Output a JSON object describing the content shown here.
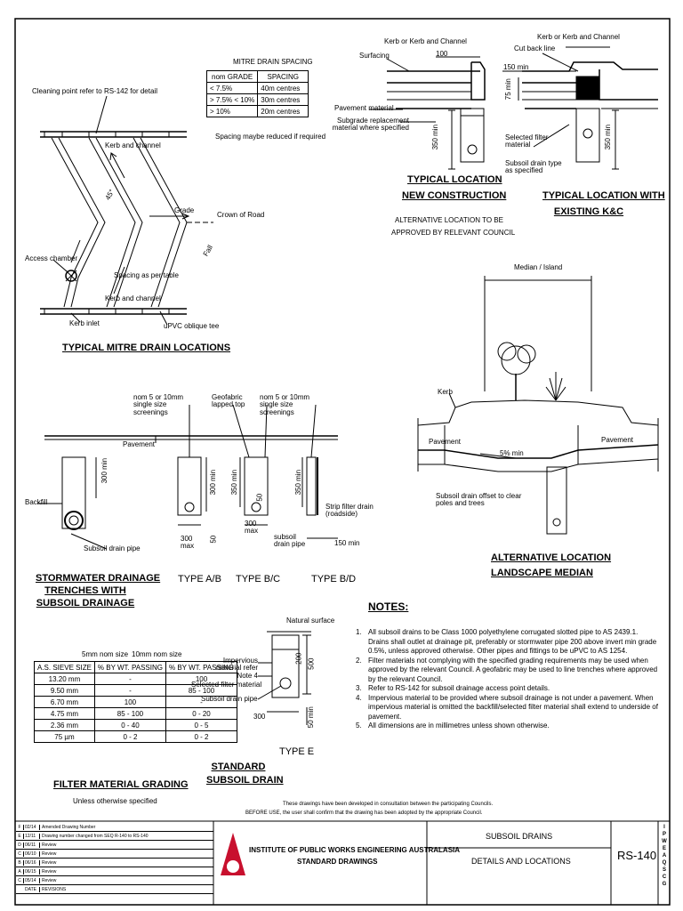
{
  "mitre": {
    "table_title": "MITRE DRAIN SPACING",
    "headers": [
      "nom GRADE",
      "SPACING"
    ],
    "rows": [
      [
        "< 7.5%",
        "40m centres"
      ],
      [
        "> 7.5% < 10%",
        "30m centres"
      ],
      [
        "> 10%",
        "20m centres"
      ]
    ],
    "note": "Spacing maybe reduced if required",
    "labels": {
      "cleaning": "Cleaning point refer to RS-142 for detail",
      "kerb_channel_top": "Kerb and channel",
      "angle": "45°",
      "grade": "Grade",
      "crown": "Crown of Road",
      "fall": "Fall",
      "access": "Access chamber",
      "spacing_table": "Spacing as per table",
      "kerb_channel_bottom": "Kerb and channel",
      "kerb_inlet": "Kerb inlet",
      "upvc": "uPVC oblique tee"
    },
    "title": "TYPICAL MITRE DRAIN LOCATIONS"
  },
  "new_construction": {
    "labels": {
      "kerb_channel": "Kerb or Kerb and Channel",
      "surfacing": "Surfacing",
      "dim_100": "100",
      "pavement_material": "Pavement material",
      "subgrade": "Subgrade replacement material where specified",
      "dim_350": "350 min"
    },
    "title_1": "TYPICAL LOCATION",
    "title_2": "NEW CONSTRUCTION",
    "subtitle_1": "ALTERNATIVE LOCATION TO BE",
    "subtitle_2": "APPROVED BY RELEVANT COUNCIL"
  },
  "existing": {
    "labels": {
      "kerb_channel": "Kerb or Kerb and Channel",
      "cut_back": "Cut back line",
      "dim_150": "150 min",
      "dim_75": "75 min",
      "filter": "Selected filter material",
      "drain_type": "Subsoil drain type as specified",
      "dim_350": "350 min"
    },
    "title_1": "TYPICAL LOCATION WITH",
    "title_2": "EXISTING K&C"
  },
  "median": {
    "labels": {
      "median": "Median / Island",
      "kerb": "Kerb",
      "pavement_left": "Pavement",
      "pavement_right": "Pavement",
      "slope": "5% min",
      "offset": "Subsoil drain offset to clear poles and trees"
    },
    "title_1": "ALTERNATIVE LOCATION",
    "title_2": "LANDSCAPE MEDIAN"
  },
  "trenches": {
    "labels": {
      "screen_left": "nom 5 or 10mm single size screenings",
      "geofabric": "Geofabric lapped top",
      "screen_right": "nom 5 or 10mm single size screenings",
      "pavement": "Pavement",
      "backfill": "Backfill",
      "dim_300_min": "300 min",
      "dim_300_max_ab": "300 max",
      "dim_50_ab": "50",
      "dim_300min_ab": "300 min",
      "dim_350_bc": "350 min",
      "dim_50_bc": "50",
      "dim_300_max_bc": "300 max",
      "subsoil_pipe_left": "Subsoil drain pipe",
      "subsoil_pipe_mid": "subsoil drain pipe",
      "dim_350_bd": "350 min",
      "strip": "Strip filter drain (roadside)",
      "dim_150": "150 min"
    },
    "title": [
      "STORMWATER DRAINAGE",
      "TRENCHES WITH",
      "SUBSOIL DRAINAGE"
    ],
    "type_ab": "TYPE A/B",
    "type_bc": "TYPE B/C",
    "type_bd": "TYPE B/D"
  },
  "grading": {
    "col_5mm": "5mm nom size",
    "col_10mm": "10mm nom size",
    "headers": [
      "A.S. SIEVE SIZE",
      "% BY WT. PASSING",
      "% BY WT. PASSING"
    ],
    "rows": [
      [
        "13.20 mm",
        "-",
        "100"
      ],
      [
        "9.50 mm",
        "-",
        "85 - 100"
      ],
      [
        "6.70 mm",
        "100",
        "-"
      ],
      [
        "4.75 mm",
        "85 - 100",
        "0 - 20"
      ],
      [
        "2.36 mm",
        "0 - 40",
        "0 - 5"
      ],
      [
        "75 µm",
        "0 - 2",
        "0 - 2"
      ]
    ],
    "title": "FILTER MATERIAL GRADING",
    "subtitle": "Unless otherwise specified"
  },
  "type_e": {
    "labels": {
      "natural": "Natural surface",
      "impervious": "Impervious material refer Note 4",
      "selected": "Selected filter material",
      "pipe": "Subsoil drain pipe",
      "dim_200": "200",
      "dim_500": "500",
      "dim_300": "300",
      "dim_50": "50 min"
    },
    "title": "TYPE E",
    "std_title": [
      "STANDARD",
      "SUBSOIL DRAIN"
    ]
  },
  "notes": {
    "heading": "NOTES:",
    "items": [
      {
        "n": "1.",
        "text": "All subsoil drains to be Class 1000 polyethylene corrugated slotted pipe to AS 2439.1. Drains shall outlet at drainage pit, preferably or stormwater pipe 200 above invert min grade 0.5%, unless approved otherwise. Other pipes and fittings to be uPVC to AS 1254."
      },
      {
        "n": "2.",
        "text": "Filter materials not complying with the specified grading requirements may be used when approved by the relevant Council. A geofabric may be used to line trenches where approved by the relevant Council."
      },
      {
        "n": "3.",
        "text": "Refer to RS-142 for subsoil drainage access point details."
      },
      {
        "n": "4.",
        "text": "Impervious material to be provided where subsoil drainage is not under a pavement. When impervious material is omitted the backfill/selected filter material shall extend to underside of pavement."
      },
      {
        "n": "5.",
        "text": "All dimensions are in millimetres unless shown otherwise."
      }
    ]
  },
  "disclaimer_1": "These drawings have been developed in consultation between the participating Councils.",
  "disclaimer_2": "BEFORE USE, the user shall confirm that the drawing has been adopted by the appropriate Council.",
  "titleblock": {
    "revisions": [
      [
        "F",
        "02/14",
        "Amended Drawing Number"
      ],
      [
        "E",
        "12/11",
        "Drawing number changed from SEQ R-140 to RS-140"
      ],
      [
        "D",
        "06/11",
        "Review"
      ],
      [
        "C",
        "06/10",
        "Review"
      ],
      [
        "B",
        "06/16",
        "Review"
      ],
      [
        "A",
        "06/15",
        "Review"
      ],
      [
        "C",
        "05/14",
        "Review"
      ],
      [
        "",
        "DATE",
        "REVISIONS"
      ]
    ],
    "org_1": "INSTITUTE OF PUBLIC WORKS ENGINEERING AUSTRALASIA",
    "org_2": "STANDARD DRAWINGS",
    "drawing_title_1": "SUBSOIL DRAINS",
    "drawing_title_2": "DETAILS AND LOCATIONS",
    "drawing_number": "RS-140",
    "side_letters": [
      "I",
      "P",
      "W",
      "E",
      "A",
      "Q",
      "S",
      "C",
      "G"
    ]
  },
  "colors": {
    "line": "#000000",
    "logo_red": "#c8102e",
    "pavement_fill": "#ffffff"
  }
}
